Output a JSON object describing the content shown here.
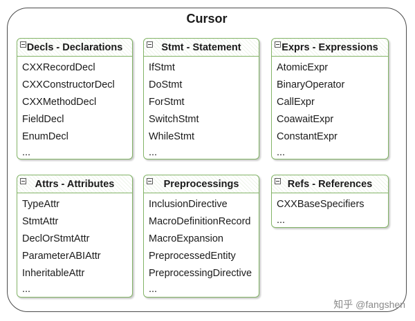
{
  "title": "Cursor",
  "boxes": [
    {
      "title": "Decls - Declarations",
      "items": [
        "CXXRecordDecl",
        "CXXConstructorDecl",
        "CXXMethodDecl",
        "FieldDecl",
        "EnumDecl",
        "..."
      ]
    },
    {
      "title": "Stmt - Statement",
      "items": [
        "IfStmt",
        "DoStmt",
        "ForStmt",
        "SwitchStmt",
        "WhileStmt",
        "..."
      ]
    },
    {
      "title": "Exprs - Expressions",
      "items": [
        "AtomicExpr",
        "BinaryOperator",
        "CallExpr",
        "CoawaitExpr",
        "ConstantExpr",
        "..."
      ]
    },
    {
      "title": "Attrs - Attributes",
      "items": [
        "TypeAttr",
        "StmtAttr",
        "DeclOrStmtAttr",
        "ParameterABIAttr",
        "InheritableAttr",
        "..."
      ]
    },
    {
      "title": "Preprocessings",
      "items": [
        "InclusionDirective",
        "MacroDefinitionRecord",
        "MacroExpansion",
        "PreprocessedEntity",
        "PreprocessingDirective",
        "..."
      ]
    },
    {
      "title": "Refs - References",
      "items": [
        "CXXBaseSpecifiers",
        "..."
      ]
    }
  ],
  "watermark": "知乎 @fangshen",
  "colors": {
    "box_border": "#82b366",
    "outer_border": "#4a4a4a",
    "text": "#1a1a1a"
  },
  "icons": {
    "box_header": "collapse-minus-icon"
  }
}
